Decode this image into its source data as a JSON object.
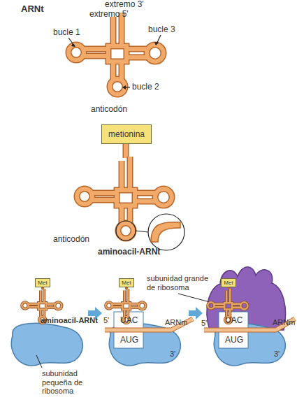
{
  "diagram": {
    "nodes": [
      {
        "text": [
          "metionina"
        ]
      },
      {
        "text": [
          "Met"
        ]
      },
      {
        "text": [
          "Met"
        ]
      },
      {
        "text": [
          "Met"
        ]
      }
    ],
    "labels": [
      "ARNt",
      "extremo 3'",
      "extremo 5'",
      "bucle 1",
      "bucle 3",
      "bucle 2",
      "anticodón",
      "anticodón",
      "aminoacil-ARNt",
      "aminoacil-ARNt",
      "subunidad pequeña de ribosoma",
      "5'",
      "UAC",
      "AUG",
      "ARNm",
      "3'",
      "subunidad grande de ribosoma",
      "5'",
      "UAC",
      "AUG",
      "ARNm",
      "3'"
    ]
  }
}
